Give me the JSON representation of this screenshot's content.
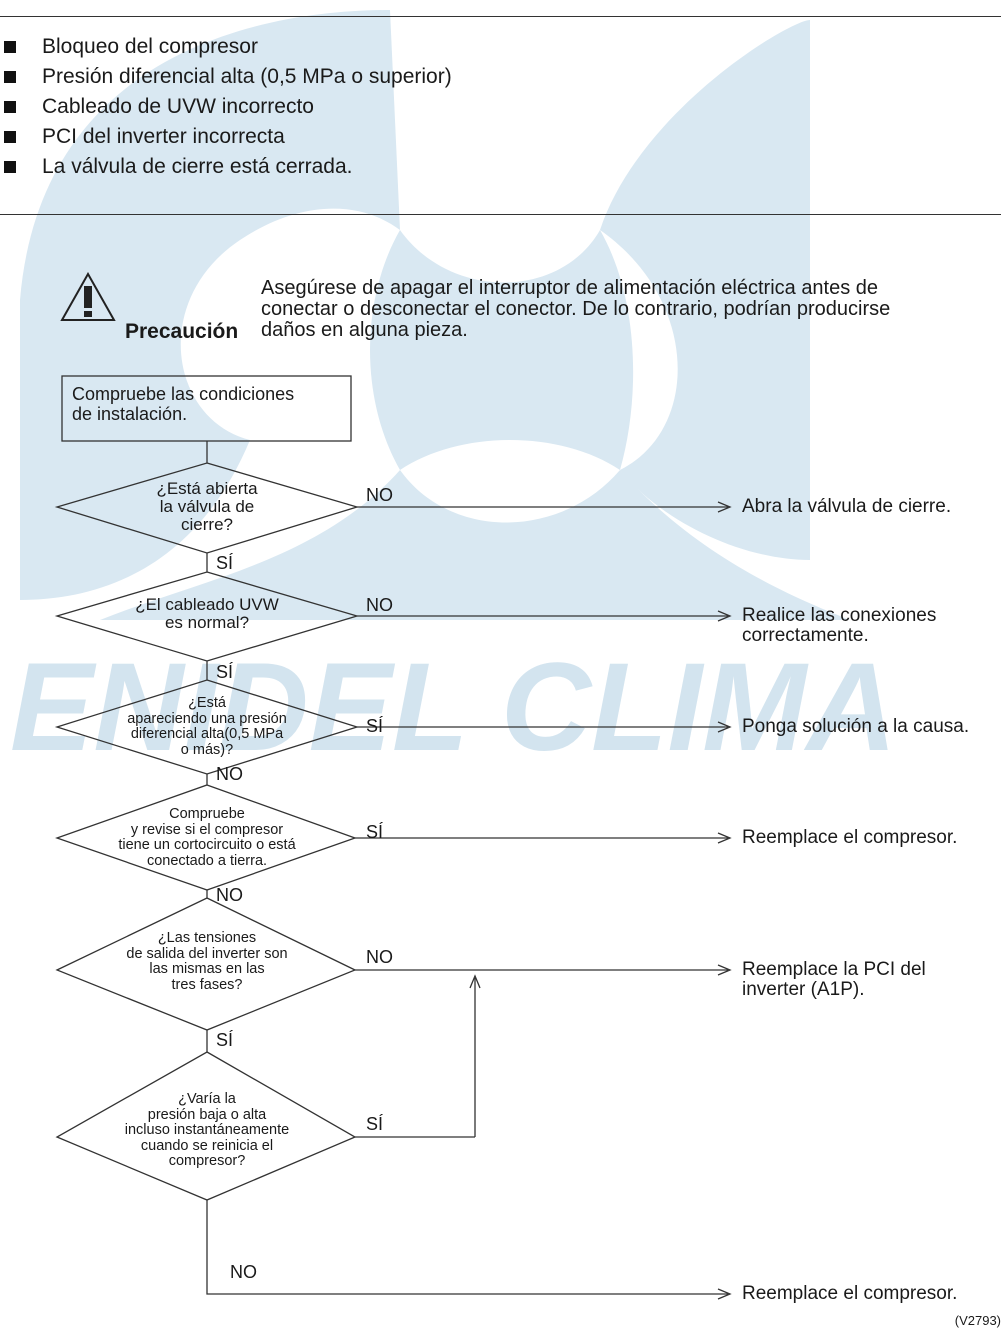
{
  "bullets": [
    "Bloqueo del compresor",
    "Presión diferencial alta (0,5 MPa o superior)",
    "Cableado de UVW incorrecto",
    "PCI del inverter incorrecta",
    "La válvula de cierre está cerrada."
  ],
  "caution": {
    "label": "Precaución",
    "text": "Asegúrese de apagar el interruptor de alimentación eléctrica antes de\nconectar o desconectar el conector. De lo contrario, podrían producirse\ndaños en alguna pieza."
  },
  "flow": {
    "start": "Compruebe las condiciones\nde instalación.",
    "decisions": [
      {
        "text": "¿Está abierta\nla válvula de\ncierre?",
        "branch_label": "NO",
        "result": "Abra la válvula de cierre.",
        "down_label": "SÍ"
      },
      {
        "text": "¿El cableado UVW\nes normal?",
        "branch_label": "NO",
        "result": "Realice las conexiones\ncorrectamente.",
        "down_label": "SÍ"
      },
      {
        "text": "¿Está\napareciendo una presión\ndiferencial alta(0,5 MPa\no más)?",
        "branch_label": "SÍ",
        "result": "Ponga solución a la causa.",
        "down_label": "NO"
      },
      {
        "text": "Compruebe\ny revise si el compresor\ntiene un cortocircuito o está\nconectado a tierra.",
        "branch_label": "SÍ",
        "result": "Reemplace el compresor.",
        "down_label": "NO"
      },
      {
        "text": "¿Las tensiones\nde salida del inverter son\nlas mismas en las\ntres fases?",
        "branch_label": "NO",
        "result": "Reemplace la PCI del\ninverter (A1P).",
        "down_label": "SÍ"
      },
      {
        "text": "¿Varía la\npresión baja o alta\nincluso instantáneamente\ncuando se reinicia el\ncompresor?",
        "branch_label": "SÍ",
        "result": "",
        "down_label": "NO"
      }
    ],
    "final_result": "Reemplace el compresor."
  },
  "watermark_text": "ENIDEL CLIMA",
  "figure_code": "(V2793)",
  "colors": {
    "watermark": "#d6e6f1",
    "line": "#333333",
    "text": "#1a1a1a"
  }
}
